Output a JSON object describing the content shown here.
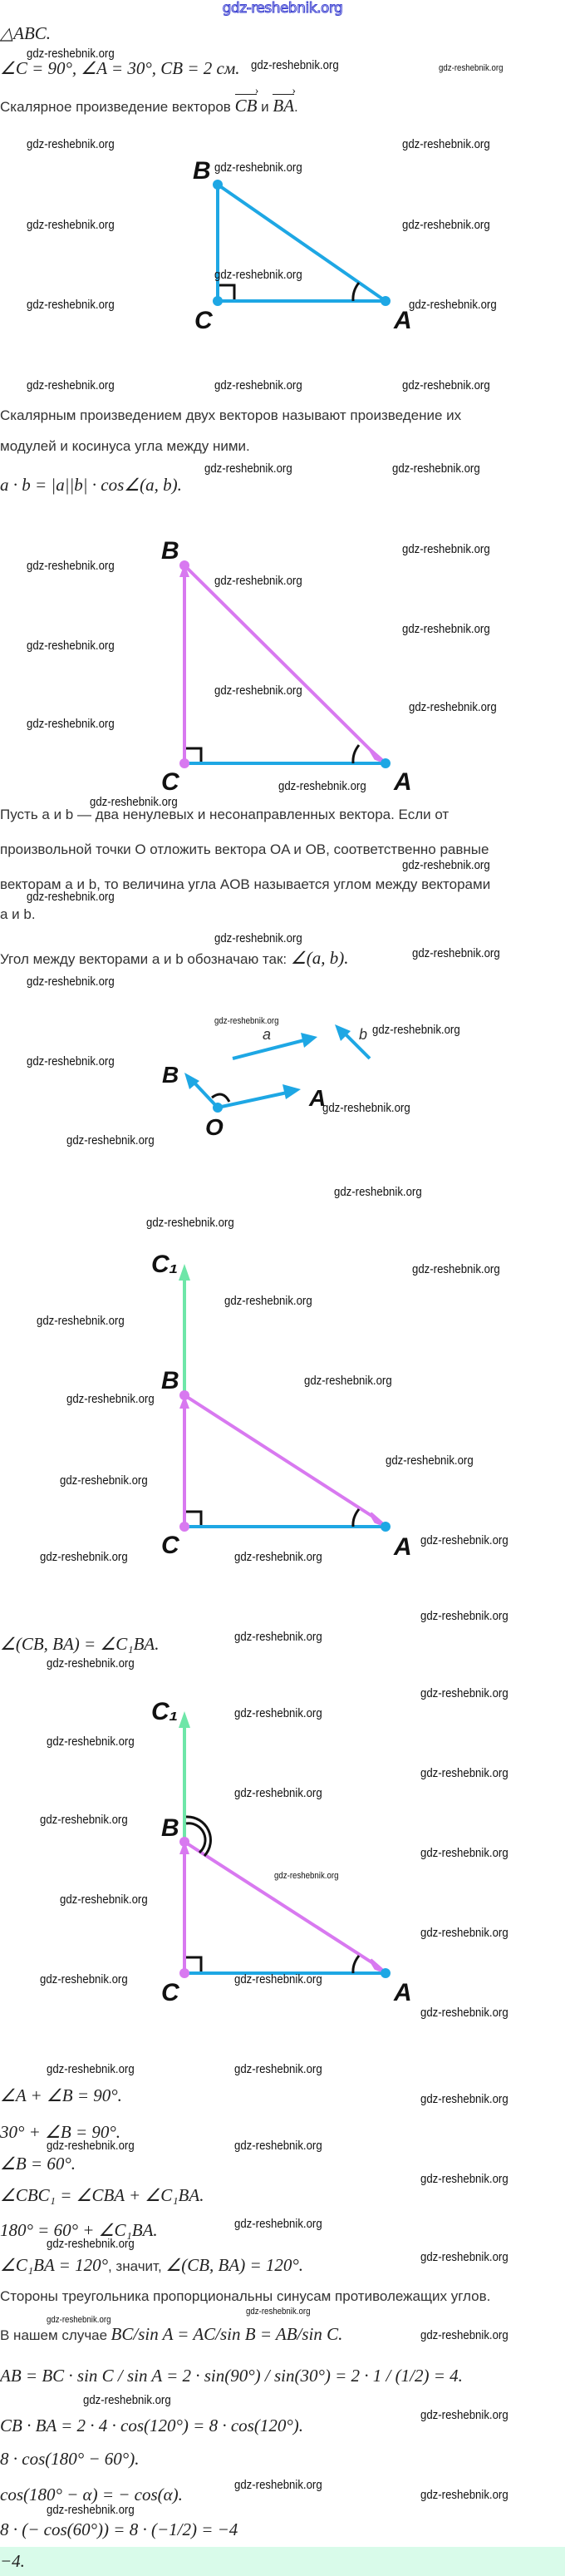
{
  "header": {
    "logo": "gdz-reshebnik.org"
  },
  "watermark": "gdz-reshebnik.org",
  "given": {
    "triangle": "△ABC.",
    "conditions": "∠C = 90°, ∠A = 30°, CB = 2 см.",
    "task_prefix": "Скалярное произведение векторов",
    "task_v1": "CB",
    "task_and": "и",
    "task_v2": "BA",
    "task_end": "."
  },
  "definition": {
    "line1": "Скалярным произведением двух векторов называют произведение их",
    "line2": "модулей и косинуса угла между ними.",
    "formula": "a · b = |a||b| · cos∠(a, b)."
  },
  "angle_def": {
    "line1": "Пусть a и b — два ненулевых и несонаправленных вектора. Если от",
    "line2": "произвольной точки O отложить вектора OA и OB, соответственно равные",
    "line3": "векторам a и b, то величина угла AOB называется углом между векторами",
    "line4": "a и b.",
    "notation_prefix": "Угол между векторами a и b обозначаю так:",
    "notation_formula": "∠(a, b)."
  },
  "diagrams": {
    "triangle_labels": {
      "A": "A",
      "B": "B",
      "C": "C",
      "C1": "C₁",
      "O": "O",
      "a": "a",
      "b": "b"
    },
    "colors": {
      "blue": "#1ea7e4",
      "pink": "#d879f0",
      "green": "#6ee6a8",
      "black": "#111111"
    }
  },
  "solution": {
    "angle_eq": "∠(CB, BA) = ∠C₁BA.",
    "step1": "∠A + ∠B = 90°.",
    "step2": "30° + ∠B = 90°.",
    "step3": "∠B = 60°.",
    "step4": "∠CBC₁ = ∠CBA + ∠C₁BA.",
    "step5": "180° = 60° + ∠C₁BA.",
    "step6_a": "∠C₁BA = 120°",
    "step6_b": ", значит, ",
    "step6_c": "∠(CB, BA) = 120°.",
    "sines_rule": "Стороны треугольника пропорциональны синусам противолежащих углов.",
    "case_prefix": "В нашем случае",
    "case_formula": "BC/sin A = AC/sin B = AB/sin C.",
    "ab_calc": "AB = BC · sin C / sin A = 2 · sin(90°) / sin(30°) = 2 · 1 / (1/2) = 4.",
    "dot": "CB · BA = 2 · 4 · cos(120°) = 8 · cos(120°).",
    "step7": "8 · cos(180° − 60°).",
    "identity": "cos(180° − α) = − cos(α).",
    "step8": "8 · (− cos(60°)) = 8 · (−1/2) = −4"
  },
  "answer": {
    "value": "−4."
  }
}
